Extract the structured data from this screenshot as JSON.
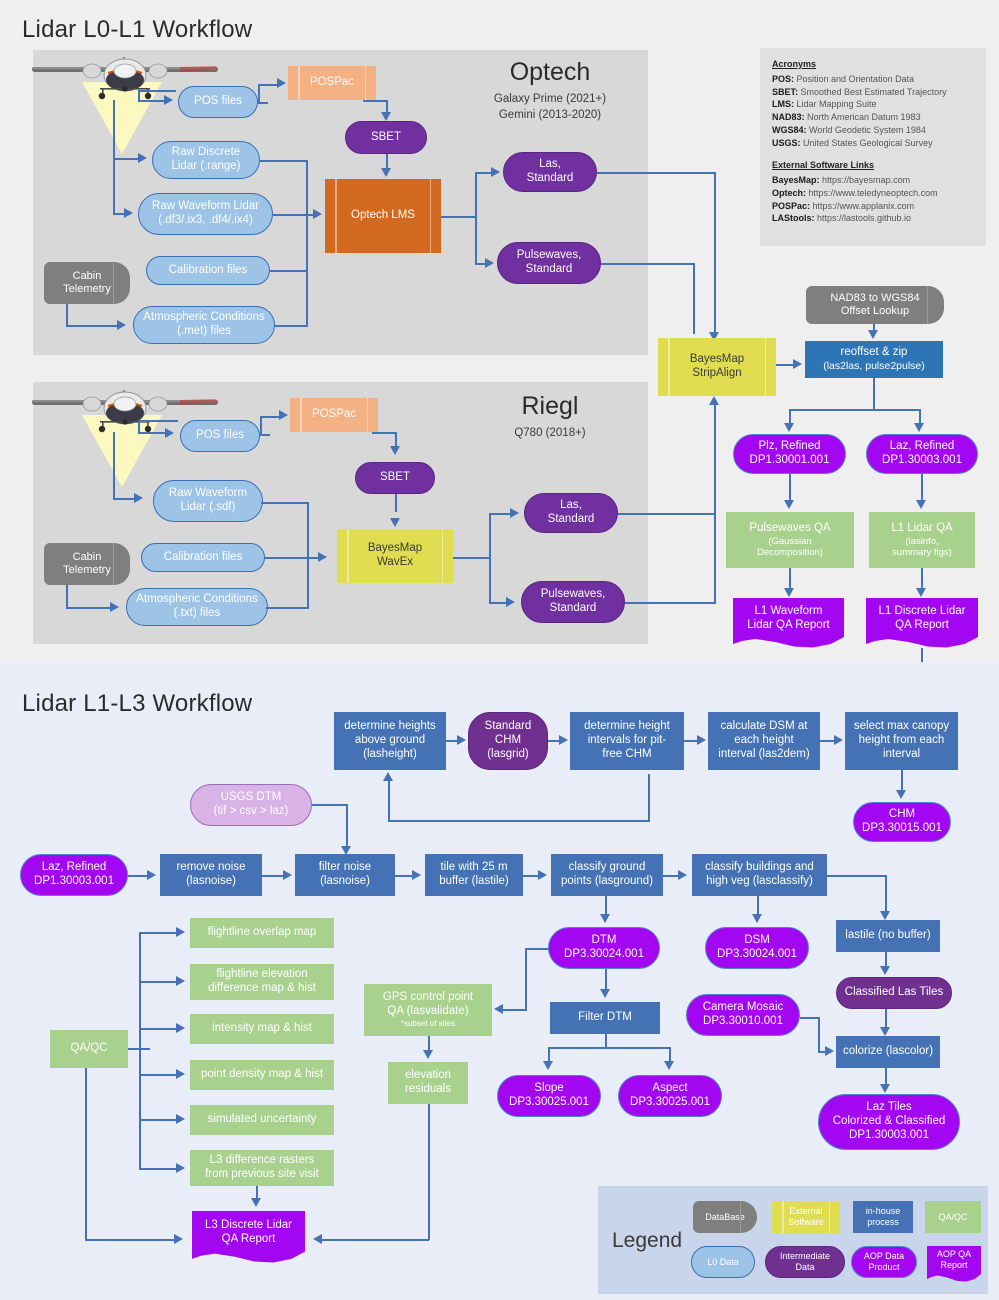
{
  "panels": {
    "l0l1_title": "Lidar L0-L1 Workflow",
    "l1l3_title": "Lidar L1-L3 Workflow"
  },
  "acronyms": {
    "heading": "Acronyms",
    "entries": [
      {
        "key": "POS:",
        "text": " Position and Orientation Data"
      },
      {
        "key": "SBET:",
        "text": " Smoothed Best Estimated Trajectory"
      },
      {
        "key": "LMS:",
        "text": " Lidar Mapping Suite"
      },
      {
        "key": "NAD83:",
        "text": " North American Datum 1983"
      },
      {
        "key": "WGS84:",
        "text": " World Geodetic System 1984"
      },
      {
        "key": "USGS:",
        "text": " United States Geological Survey"
      }
    ],
    "links_heading": "External Software Links",
    "links": [
      {
        "key": "BayesMap:",
        "text": " https://bayesmap.com"
      },
      {
        "key": "Optech:",
        "text": " https://www.teledyneoptech.com"
      },
      {
        "key": "POSPac:",
        "text": " https://www.applanix.com"
      },
      {
        "key": "LAStools:",
        "text": " https://lastools.github.io"
      }
    ]
  },
  "optech": {
    "title": "Optech",
    "subtitle_1": "Galaxy Prime (2021+)",
    "subtitle_2": "Gemini (2013-2020)",
    "pos_files": "POS files",
    "pospac": "POSPac",
    "sbet": "SBET",
    "raw_discrete": "Raw Discrete",
    "raw_discrete_2": "Lidar (.range)",
    "raw_waveform": "Raw Waveform Lidar",
    "raw_waveform_2": "(.df3/.ix3, .df4/.ix4)",
    "calibration": "Calibration files",
    "cabin_telemetry": "Cabin",
    "cabin_telemetry_2": "Telemetry",
    "atmospheric": "Atmospheric Conditions",
    "atmospheric_2": "(.met) files",
    "lms": "Optech LMS",
    "las_standard": "Las,",
    "las_standard_2": "Standard",
    "pulsewaves_standard": "Pulsewaves,",
    "pulsewaves_standard_2": "Standard"
  },
  "riegl": {
    "title": "Riegl",
    "subtitle_1": "Q780 (2018+)",
    "pos_files": "POS files",
    "pospac": "POSPac",
    "sbet": "SBET",
    "raw_waveform": "Raw Waveform",
    "raw_waveform_2": "Lidar (.sdf)",
    "calibration": "Calibration files",
    "cabin_telemetry": "Cabin",
    "cabin_telemetry_2": "Telemetry",
    "atmospheric": "Atmospheric Conditions",
    "atmospheric_2": "(.txt) files",
    "wavex": "BayesMap",
    "wavex_2": "WavEx",
    "las_standard": "Las,",
    "las_standard_2": "Standard",
    "pulsewaves_standard": "Pulsewaves,",
    "pulsewaves_standard_2": "Standard"
  },
  "l1_right": {
    "stripalign": "BayesMap",
    "stripalign_2": "StripAlign",
    "nad_lookup": "NAD83 to WGS84",
    "nad_lookup_2": "Offset Lookup",
    "reoffset": "reoffset & zip",
    "reoffset_2": "(las2las, pulse2pulse)",
    "plz_refined": "Plz, Refined",
    "plz_refined_2": "DP1.30001.001",
    "laz_refined": "Laz, Refined",
    "laz_refined_2": "DP1.30003.001",
    "pulsewaves_qa": "Pulsewaves QA",
    "pulsewaves_qa_2": "(Gaussian",
    "pulsewaves_qa_3": "Decomposition)",
    "l1_lidar_qa": "L1 Lidar QA",
    "l1_lidar_qa_2": "(lasinfo,",
    "l1_lidar_qa_3": "summary figs)",
    "waveform_report": "L1 Waveform",
    "waveform_report_2": "Lidar QA Report",
    "discrete_report": "L1 Discrete Lidar",
    "discrete_report_2": "QA Report"
  },
  "l1l3": {
    "determine_heights": "determine heights",
    "determine_heights_2": "above ground",
    "determine_heights_3": "(lasheight)",
    "standard_chm": "Standard",
    "standard_chm_2": "CHM",
    "standard_chm_3": "(lasgrid)",
    "determine_intervals": "determine height",
    "determine_intervals_2": "intervals for pit-",
    "determine_intervals_3": "free CHM",
    "calc_dsm": "calculate DSM at",
    "calc_dsm_2": "each height",
    "calc_dsm_3": "interval (las2dem)",
    "select_max": "select max canopy",
    "select_max_2": "height from each",
    "select_max_3": "interval",
    "chm": "CHM",
    "chm_2": "DP3.30015.001",
    "usgs_dtm": "USGS DTM",
    "usgs_dtm_2": "(tif > csv > laz)",
    "laz_refined": "Laz, Refined",
    "laz_refined_2": "DP1.30003.001",
    "remove_noise": "remove noise",
    "remove_noise_2": "(lasnoise)",
    "filter_noise": "filter noise",
    "filter_noise_2": "(lasnoise)",
    "tile_buffer": "tile with 25 m",
    "tile_buffer_2": "buffer (lastile)",
    "classify_ground": "classify ground",
    "classify_ground_2": "points (lasground)",
    "classify_buildings": "classify buildings and",
    "classify_buildings_2": "high veg (lasclassify)",
    "dtm": "DTM",
    "dtm_2": "DP3.30024.001",
    "dsm": "DSM",
    "dsm_2": "DP3.30024.001",
    "lastile_nobuf": "lastile (no buffer)",
    "classified_tiles": "Classified Las Tiles",
    "camera_mosaic": "Camera Mosaic",
    "camera_mosaic_2": "DP3.30010.001",
    "colorize": "colorize (lascolor)",
    "laz_tiles": "Laz Tiles",
    "laz_tiles_2": "Colorized & Classified",
    "laz_tiles_3": "DP1.30003.001",
    "gps_qa": "GPS control point",
    "gps_qa_2": "QA (lasvalidate)",
    "gps_qa_3": "*subset of  sites",
    "elevation_residuals": "elevation",
    "elevation_residuals_2": "residuals",
    "filter_dtm": "Filter DTM",
    "slope": "Slope",
    "slope_2": "DP3.30025.001",
    "aspect": "Aspect",
    "aspect_2": "DP3.30025.001",
    "qaqc": "QA/QC",
    "qa_items": [
      {
        "l1": "flightline overlap map",
        "l2": ""
      },
      {
        "l1": "flightline elevation",
        "l2": "difference map & hist"
      },
      {
        "l1": "intensity map & hist",
        "l2": ""
      },
      {
        "l1": "point density map & hist",
        "l2": ""
      },
      {
        "l1": "simulated uncertainty",
        "l2": ""
      },
      {
        "l1": "L3 difference rasters",
        "l2": "from previous site visit"
      }
    ],
    "l3_report": "L3 Discrete Lidar",
    "l3_report_2": "QA Report"
  },
  "legend": {
    "title": "Legend",
    "database": "DataBase",
    "external": "External",
    "external_2": "Software",
    "inhouse": "in-house",
    "inhouse_2": "process",
    "qaqc": "QA/QC",
    "l0data": "L0 Data",
    "intermediate": "Intermediate",
    "intermediate_2": "Data",
    "aop_product": "AOP Data",
    "aop_product_2": "Product",
    "aop_report": "AOP QA",
    "aop_report_2": "Report"
  },
  "colors": {
    "l0_data": "#9dc3e6",
    "database": "#7f7f7f",
    "external_software": "#e0dd50",
    "external_orange": "#f4b183",
    "inhouse_process": "#4472b4",
    "qaqc": "#a9d18e",
    "intermediate": "#7030a0",
    "aop_product": "#a306f0",
    "connector": "#4472b4"
  }
}
